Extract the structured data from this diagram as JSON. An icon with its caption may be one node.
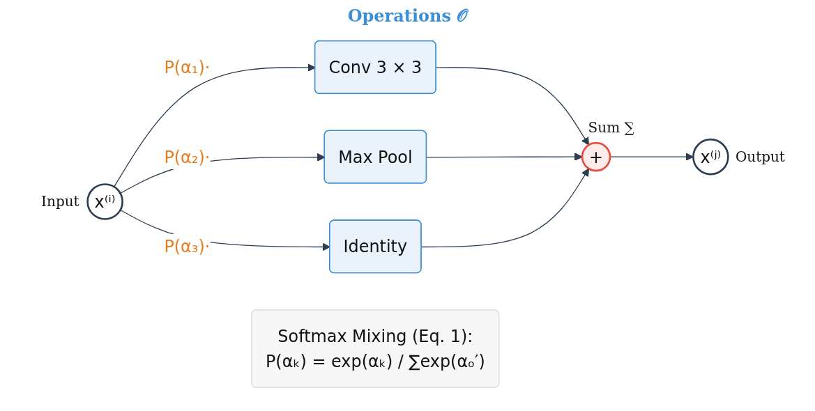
{
  "diagram": {
    "nodes": [
      {
        "text": [
          "x⁽ⁱ⁾"
        ],
        "beside": [
          "Input"
        ]
      },
      {
        "text": [
          "Conv 3 × 3"
        ]
      },
      {
        "text": [
          "Max Pool"
        ]
      },
      {
        "text": [
          "Identity"
        ]
      },
      {
        "text": [
          "+"
        ],
        "beside": [
          "Sum ∑"
        ]
      },
      {
        "text": [
          "x⁽ʲ⁾"
        ],
        "beside": [
          "Output"
        ]
      },
      {
        "text": [
          "Softmax Mixing (Eq. 1):",
          "P(αₖ) = exp(αₖ) / ∑exp(αₒ′)"
        ]
      }
    ],
    "edges": [
      {
        "from": 0,
        "to": 1,
        "arrow": "to",
        "label": "P(α₁)·"
      },
      {
        "from": 0,
        "to": 2,
        "arrow": "to",
        "label": "P(α₂)·"
      },
      {
        "from": 0,
        "to": 3,
        "arrow": "to",
        "label": "P(α₃)·"
      },
      {
        "from": 1,
        "to": 4,
        "arrow": "to"
      },
      {
        "from": 2,
        "to": 4,
        "arrow": "to"
      },
      {
        "from": 3,
        "to": 4,
        "arrow": "to"
      },
      {
        "from": 4,
        "to": 5,
        "arrow": "to"
      }
    ],
    "labels": [
      "Operations 𝒪"
    ]
  }
}
